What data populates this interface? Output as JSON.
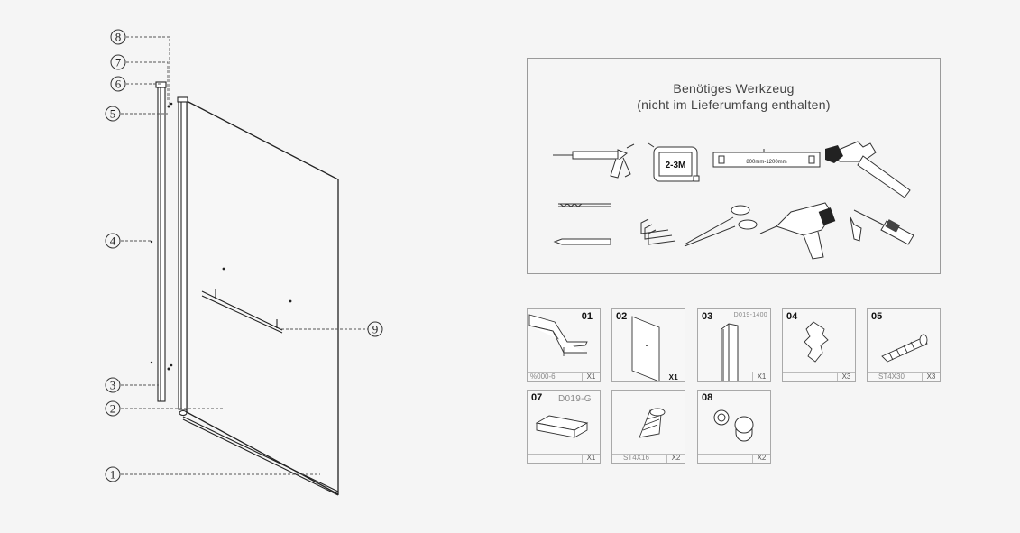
{
  "callouts": [
    "8",
    "7",
    "6",
    "5",
    "4",
    "3",
    "2",
    "1",
    "9"
  ],
  "tools": {
    "title_line1": "Benötiges Werkzeug",
    "title_line2": "(nicht im Lieferumfang enthalten)",
    "tape_label": "2-3M",
    "level_label": "800mm-1200mm",
    "items": [
      "caulking-gun",
      "tape-measure",
      "spirit-level",
      "hammer",
      "drill-bit",
      "allen-keys",
      "scissors",
      "cordless-drill",
      "screwdriver",
      "pencil"
    ]
  },
  "parts": [
    {
      "id": "01",
      "code": "",
      "foot_code": "%000-6",
      "qty": "X1"
    },
    {
      "id": "02",
      "code": "",
      "foot_code": "",
      "qty": "X1"
    },
    {
      "id": "03",
      "code": "D019-1400",
      "foot_code": "",
      "qty": "X1"
    },
    {
      "id": "04",
      "code": "",
      "foot_code": "",
      "qty": "X3"
    },
    {
      "id": "05",
      "code": "",
      "foot_code": "ST4X30",
      "qty": "X3"
    },
    {
      "id": "07",
      "code": "D019-G",
      "foot_code": "",
      "qty": "X1"
    },
    {
      "id": "",
      "code": "",
      "foot_code": "ST4X16",
      "qty": "X2"
    },
    {
      "id": "08",
      "code": "",
      "foot_code": "",
      "qty": "X2"
    }
  ]
}
